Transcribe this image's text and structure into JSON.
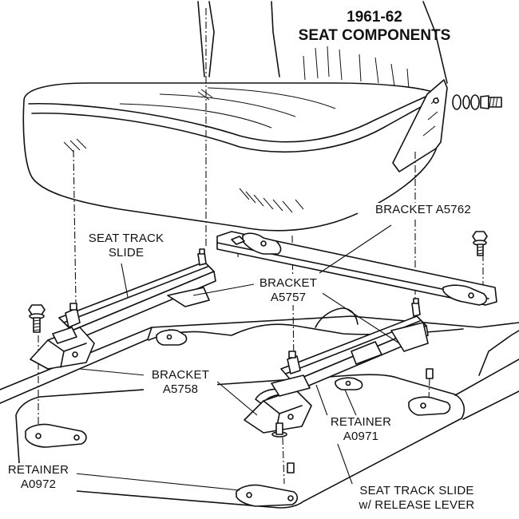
{
  "title": {
    "line1": "1961-62",
    "line2": "SEAT COMPONENTS"
  },
  "labels": {
    "bracket_a5762": "BRACKET A5762",
    "seat_track_slide": {
      "line1": "SEAT TRACK",
      "line2": "SLIDE"
    },
    "bracket_a5757": {
      "line1": "BRACKET",
      "line2": "A5757"
    },
    "bracket_a5758": {
      "line1": "BRACKET",
      "line2": "A5758"
    },
    "retainer_a0971": {
      "line1": "RETAINER",
      "line2": "A0971"
    },
    "retainer_a0972": {
      "line1": "RETAINER",
      "line2": "A0972"
    },
    "seat_track_slide_release": {
      "line1": "SEAT TRACK SLIDE",
      "line2": "w/ RELEASE LEVER"
    }
  }
}
